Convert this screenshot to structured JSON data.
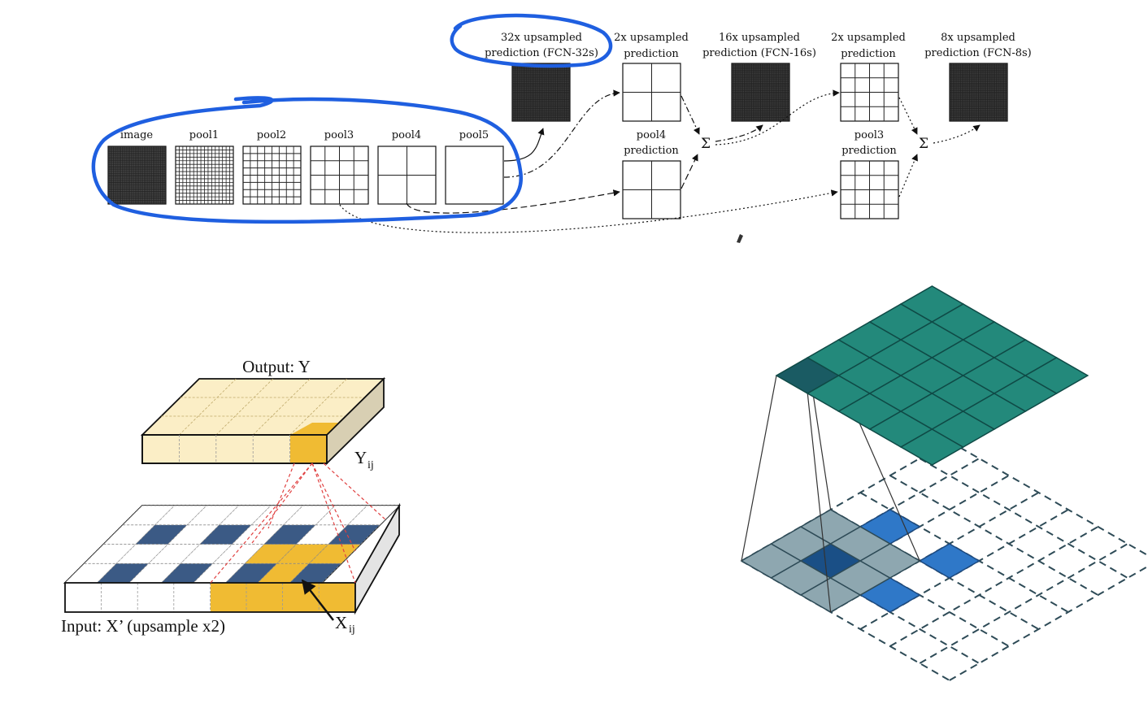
{
  "fcn": {
    "layers": [
      "image",
      "pool1",
      "pool2",
      "pool3",
      "pool4",
      "pool5"
    ],
    "top_labels": [
      [
        "32x upsampled",
        "prediction (FCN-32s)"
      ],
      [
        "2x upsampled",
        "prediction"
      ],
      [
        "16x upsampled",
        "prediction (FCN-16s)"
      ],
      [
        "2x upsampled",
        "prediction"
      ],
      [
        "8x upsampled",
        "prediction (FCN-8s)"
      ]
    ],
    "pool4_prediction": [
      "pool4",
      "prediction"
    ],
    "pool3_prediction": [
      "pool3",
      "prediction"
    ],
    "sum_symbol": "Σ"
  },
  "deconv_diagram": {
    "output_label": "Output: Y",
    "y_symbol": "Y",
    "y_subscript": "ij",
    "input_label": "Input: X’ (upsample x2)",
    "x_symbol": "X",
    "x_subscript": "ij"
  },
  "colors": {
    "annotation_blue": "#1f5fe0",
    "output_cream": "#fbeec6",
    "highlight_gold": "#f0bb33",
    "input_cell_blue": "#3b5a85",
    "teal": "#23897b",
    "teal_dark": "#1a5b63",
    "kernel_grey": "#8ea7b0",
    "input_blue": "#2f78c8"
  }
}
